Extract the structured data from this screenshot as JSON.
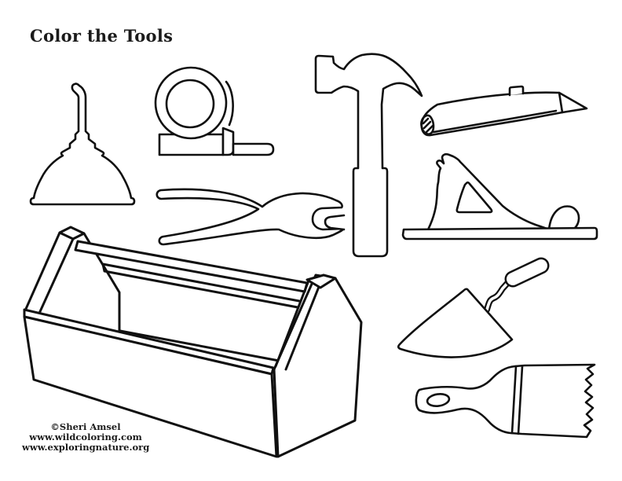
{
  "page": {
    "background_color": "#ffffff",
    "ink_color": "#101010",
    "kind": "coloring-page"
  },
  "title": "Color the Tools",
  "attribution": {
    "line1": "©Sheri Amsel",
    "line2": "www.wildcoloring.com",
    "line3": "www.exploringnature.org"
  },
  "tools": [
    {
      "name": "oil-can"
    },
    {
      "name": "tape-measure"
    },
    {
      "name": "claw-hammer"
    },
    {
      "name": "utility-knife"
    },
    {
      "name": "slip-joint-pliers"
    },
    {
      "name": "hand-plane"
    },
    {
      "name": "toolbox"
    },
    {
      "name": "trowel"
    },
    {
      "name": "paint-brush"
    }
  ]
}
